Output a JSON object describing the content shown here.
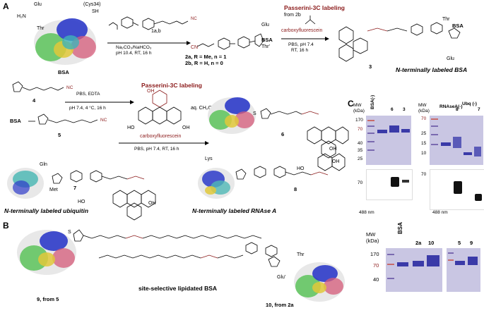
{
  "panels": {
    "A": "A",
    "B": "B",
    "C": "C"
  },
  "sectionA": {
    "residues": {
      "glu": "Glu",
      "h2n": "H₂N",
      "thr": "Thr",
      "cys": "(Cys34)",
      "sh": "SH",
      "bsa": "BSA",
      "gln": "Gln",
      "met": "Met",
      "lys": "Lys",
      "thr2": "Thr",
      "glu2": "Glu",
      "thr3": "Thr'"
    },
    "reagents": {
      "r1": "1a,b",
      "r2_label": "2a, R = Me, n = 1",
      "r2b_label": "2b, R = H, n = 0",
      "cn": "CN",
      "nc": "NC",
      "r": "R",
      "n": "n",
      "cond1_a": "Na₂CO₃/NaHCO₃",
      "cond1_b": "pH 10.4, RT, 16 h",
      "from2b": "from 2b",
      "carboxyfluorescein": "carboxyfluorescein",
      "cond2_a": "PBS, pH 7.4",
      "cond2_b": "RT, 16 h",
      "cpd3": "3",
      "nterm_bsa": "N-terminally labeled BSA",
      "cpd4": "4",
      "cpd5": "5",
      "cond3_a": "PBS, EDTA",
      "cond3_b": "pH 7.4, 4 °C, 16 h",
      "aq_ch2o": "aq. CH₂O",
      "cond4": "PBS, pH 7.4, RT, 16 h",
      "cpd6": "6",
      "cpd7": "7",
      "cpd8": "8",
      "nterm_ubi": "N-terminally labeled ubiquitin",
      "nterm_rnase": "N-terminally labeled RNAse A",
      "oh": "OH",
      "ho": "HO",
      "o": "O",
      "h": "H",
      "n_atom": "N",
      "s": "S",
      "bsa_s": "BSA"
    },
    "passerini1": "Passerini-3C labeling",
    "passerini2": "Passerini-3C labeling"
  },
  "sectionB": {
    "cpd9": "9, from 5",
    "cpd10": "10, from 2a",
    "lipid_label": "site-selective lipidated BSA",
    "thr": "Thr",
    "glu": "Glu'",
    "s": "S"
  },
  "gelC": {
    "mw_header": "MW\n(kDa)",
    "left": {
      "lanes": [
        "BSA(-)",
        "6",
        "3"
      ],
      "mw": [
        "170",
        "70",
        "40",
        "35",
        "25"
      ],
      "fl_mw": "70",
      "nm": "488 nm"
    },
    "right": {
      "lanes": [
        "RNAseA(-)",
        "8",
        "Ubq (-)",
        "7"
      ],
      "mw": [
        "70",
        "25",
        "15",
        "10"
      ],
      "fl_mw": "70",
      "nm": "488 nm"
    }
  },
  "gelB": {
    "mw_header": "MW\n(kDa)",
    "lanes": [
      "BSA",
      "2a",
      "10",
      "5",
      "9"
    ],
    "mw": [
      "170",
      "70",
      "40"
    ]
  },
  "colors": {
    "accent_red": "#8b1a1a",
    "gel_bg": "#c9c6e3",
    "band": "#3a3aa8",
    "fluor_bg": "#ffffff"
  }
}
